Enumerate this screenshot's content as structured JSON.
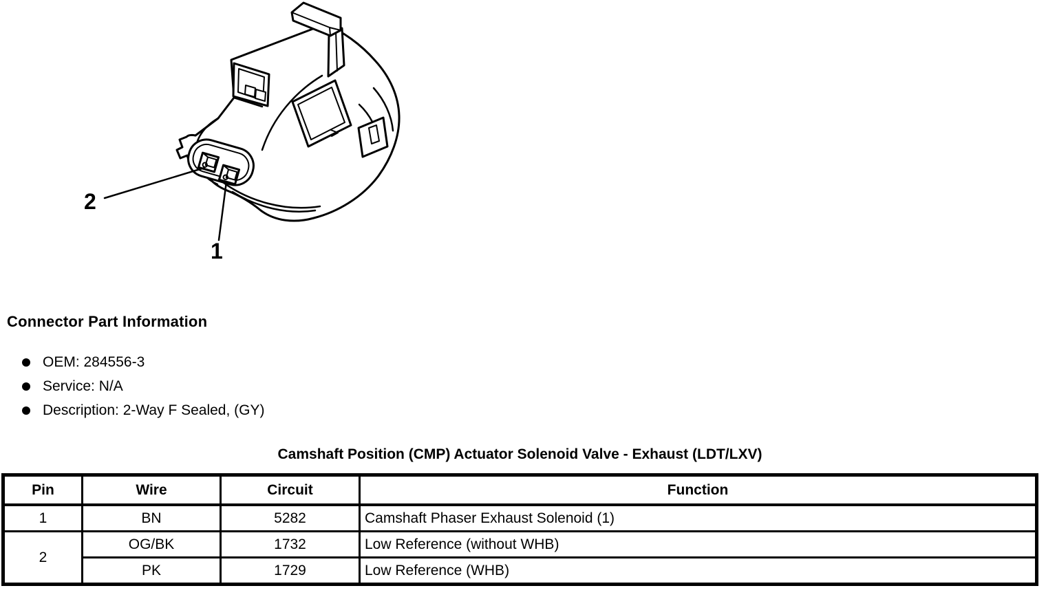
{
  "colors": {
    "ink": "#000000",
    "paper": "#ffffff"
  },
  "diagram": {
    "callouts": [
      {
        "label": "2"
      },
      {
        "label": "1"
      }
    ]
  },
  "part_info": {
    "heading": "Connector Part Information",
    "bullets": [
      "OEM: 284556-3",
      "Service: N/A",
      "Description: 2-Way F Sealed, (GY)"
    ]
  },
  "pin_table": {
    "title": "Camshaft Position (CMP) Actuator Solenoid Valve - Exhaust (LDT/LXV)",
    "headers": [
      "Pin",
      "Wire",
      "Circuit",
      "Function"
    ],
    "rows": [
      {
        "pin": "1",
        "wire": "BN",
        "circuit": "5282",
        "function": "Camshaft Phaser Exhaust Solenoid (1)"
      },
      {
        "pin": "2",
        "wire": "OG/BK",
        "circuit": "1732",
        "function": "Low Reference (without WHB)"
      },
      {
        "wire": "PK",
        "circuit": "1729",
        "function": "Low Reference (WHB)"
      }
    ]
  }
}
